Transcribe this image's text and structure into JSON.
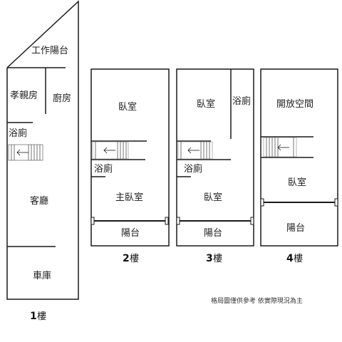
{
  "floors": [
    {
      "number": "1",
      "suffix": "樓",
      "rooms": {
        "workbalcony": "工作陽台",
        "xiaoqin": "孝親房",
        "kitchen": "廚房",
        "bathroom": "浴廁",
        "living": "客廳",
        "garage": "車庫"
      }
    },
    {
      "number": "2",
      "suffix": "樓",
      "rooms": {
        "bedroom": "臥室",
        "bathroom": "浴廁",
        "master": "主臥室",
        "balcony": "陽台"
      }
    },
    {
      "number": "3",
      "suffix": "樓",
      "rooms": {
        "bedroom": "臥室",
        "bathroom_top": "浴廁",
        "bathroom": "浴廁",
        "bedroom2": "臥室",
        "balcony": "陽台"
      }
    },
    {
      "number": "4",
      "suffix": "樓",
      "rooms": {
        "open_space": "開放空間",
        "bedroom": "臥室",
        "balcony": "陽台"
      }
    }
  ],
  "note": "格局圖僅供參考 依實際現況為主"
}
